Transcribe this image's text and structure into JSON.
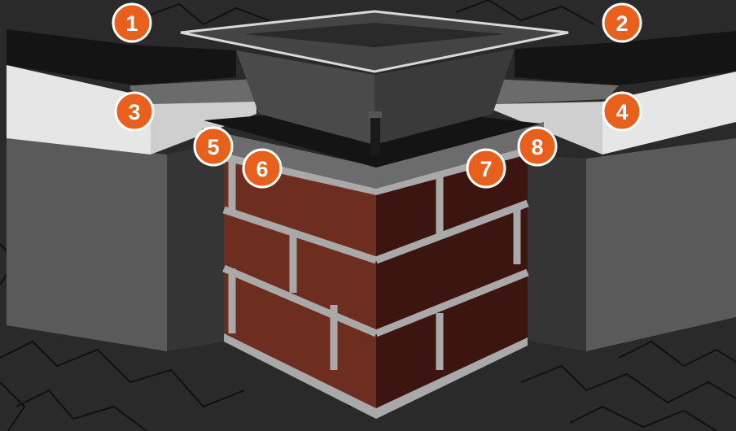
{
  "colors": {
    "background": "#2a2a2a",
    "crack_line": "#0e0e0e",
    "badge_fill": "#e8601c",
    "badge_ring": "#ffffff",
    "membrane_top": "#141414",
    "insulation": "#e6e6e6",
    "deck_grey": "#4b4b4b",
    "collar_metal": "#3e3e3e",
    "brick_left": "#6e2e1f",
    "brick_right": "#3d1510",
    "mortar": "#a9a9a9"
  },
  "badges": [
    {
      "id": "1",
      "label": "1"
    },
    {
      "id": "2",
      "label": "2"
    },
    {
      "id": "3",
      "label": "3"
    },
    {
      "id": "4",
      "label": "4"
    },
    {
      "id": "5",
      "label": "5"
    },
    {
      "id": "6",
      "label": "6"
    },
    {
      "id": "7",
      "label": "7"
    },
    {
      "id": "8",
      "label": "8"
    }
  ]
}
